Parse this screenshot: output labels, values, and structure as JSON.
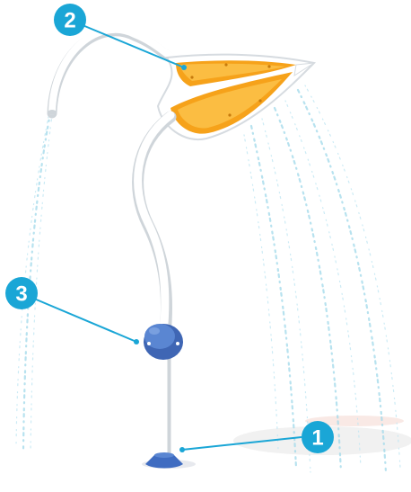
{
  "callouts": [
    {
      "number": "1",
      "part": "base-mount"
    },
    {
      "number": "2",
      "part": "leaf-canopy"
    },
    {
      "number": "3",
      "part": "activator-sphere"
    }
  ],
  "colors": {
    "callout_fill": "#1aa6d6",
    "leader_line": "#1aa6d6",
    "leaf_outer": "#f6a21a",
    "leaf_inner": "#fbc24a",
    "pipe": "#ffffff",
    "pipe_shadow": "#d7dde2",
    "activator": "#4a74c4",
    "base": "#3f6cc1",
    "water": "#9fd8ea"
  }
}
